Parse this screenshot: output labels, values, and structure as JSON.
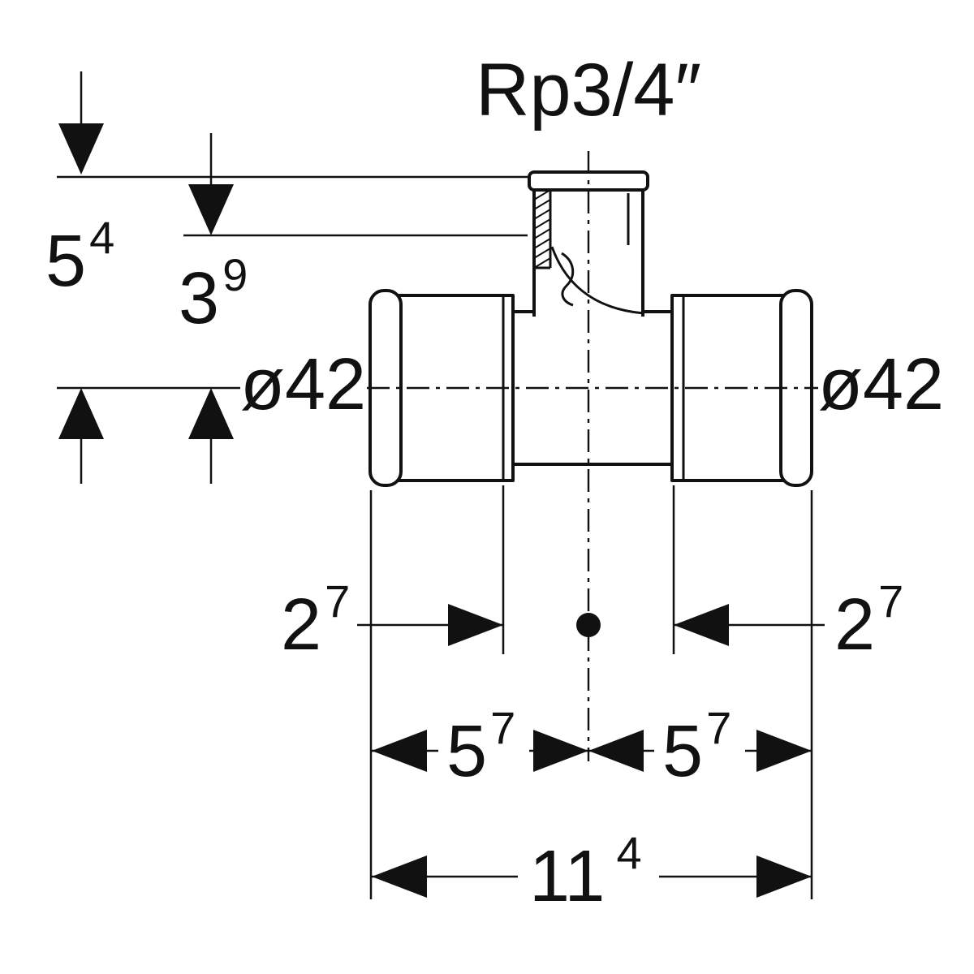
{
  "drawing": {
    "title": "Rp3/4″",
    "type": "tee-press-fitting-dimension-drawing",
    "colors": {
      "line": "#111111",
      "background": "#ffffff"
    },
    "dimensions": {
      "branch_height": {
        "value": "5",
        "sup": "4"
      },
      "thread_depth": {
        "value": "3",
        "sup": "9"
      },
      "diameter_left": "ø42",
      "diameter_right": "ø42",
      "insertion_depth_left": {
        "value": "2",
        "sup": "7"
      },
      "insertion_depth_right": {
        "value": "2",
        "sup": "7"
      },
      "center_to_end_left": {
        "value": "5",
        "sup": "7"
      },
      "center_to_end_right": {
        "value": "5",
        "sup": "7"
      },
      "overall_length": {
        "value": "11",
        "sup": "4"
      }
    }
  }
}
